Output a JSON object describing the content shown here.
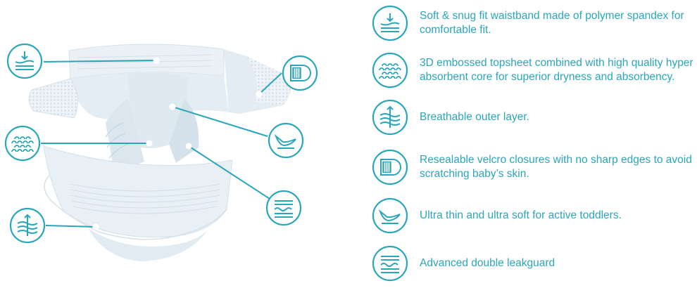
{
  "colors": {
    "accent": "#2aa6bb",
    "diaper_base": "#e4edf3",
    "diaper_shade": "#cfdde8",
    "background": "#ffffff"
  },
  "features": [
    {
      "id": "waistband",
      "icon": "waistband-icon",
      "text": "Soft & snug fit waistband made of polymer spandex for comfortable fit."
    },
    {
      "id": "topsheet",
      "icon": "embossed-topsheet-icon",
      "text": "3D embossed topsheet combined with high quality hyper absorbent core for superior dryness and absorbency."
    },
    {
      "id": "outer-layer",
      "icon": "breathable-layer-icon",
      "text": "Breathable outer layer."
    },
    {
      "id": "velcro",
      "icon": "velcro-tab-icon",
      "text": "Resealable velcro closures with no sharp edges to avoid scratching baby’s skin."
    },
    {
      "id": "thin-soft",
      "icon": "feather-icon",
      "text": "Ultra thin and ultra soft for active toddlers."
    },
    {
      "id": "leakguard",
      "icon": "leakguard-icon",
      "text": "Advanced double leakguard"
    }
  ]
}
